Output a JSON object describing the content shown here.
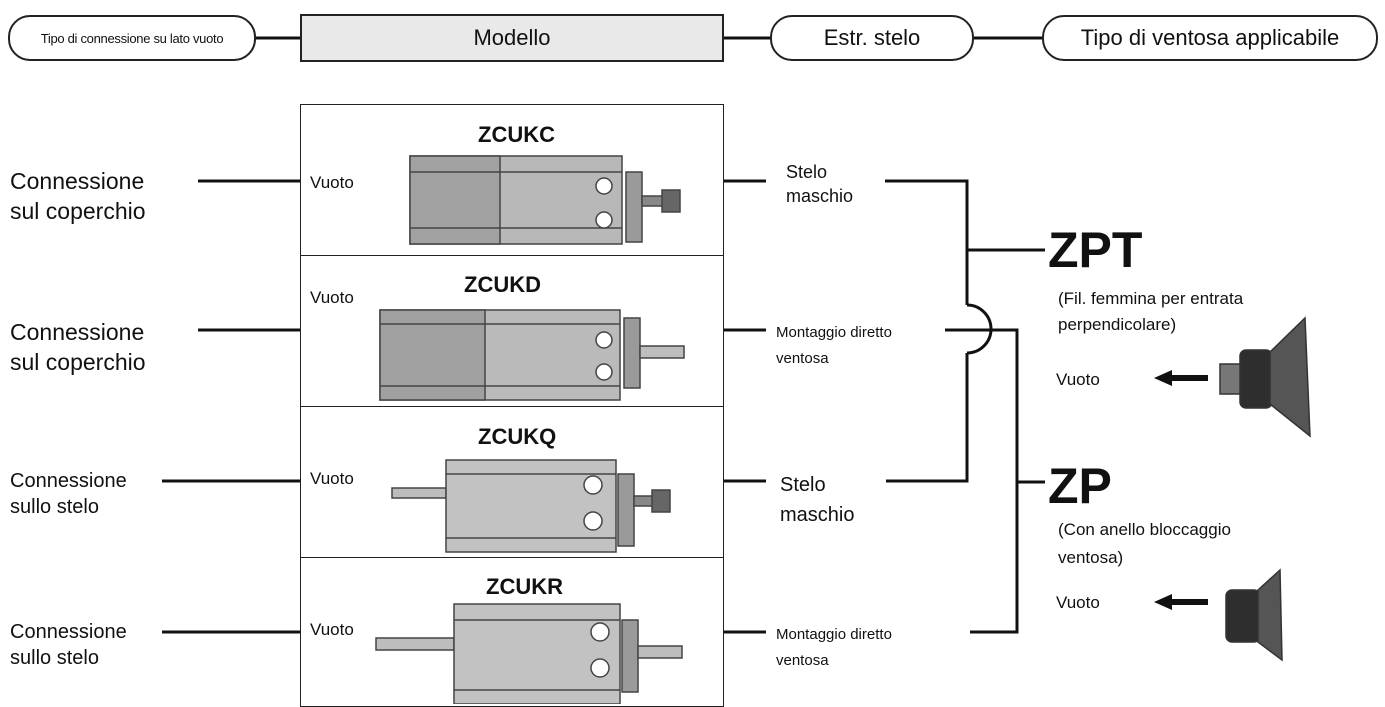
{
  "header": {
    "connection_type": "Tipo di connessione su lato vuoto",
    "model": "Modello",
    "rod_end": "Estr. stelo",
    "pad_type": "Tipo di ventosa applicabile"
  },
  "rows": [
    {
      "connection": "Connessione\nsul coperchio",
      "model": "ZCUKC",
      "vacuum": "Vuoto",
      "rod_end": "Stelo\nmaschio"
    },
    {
      "connection": "Connessione\nsul coperchio",
      "model": "ZCUKD",
      "vacuum": "Vuoto",
      "rod_end": "Montaggio diretto\nventosa"
    },
    {
      "connection": "Connessione\nsullo stelo",
      "model": "ZCUKQ",
      "vacuum": "Vuoto",
      "rod_end": "Stelo\nmaschio"
    },
    {
      "connection": "Connessione\nsullo stelo",
      "model": "ZCUKR",
      "vacuum": "Vuoto",
      "rod_end": "Montaggio diretto\nventosa"
    }
  ],
  "pads": [
    {
      "name": "ZPT",
      "desc": "(Fil. femmina per entrata\nperpendicolare)",
      "vacuum": "Vuoto"
    },
    {
      "name": "ZP",
      "desc": "(Con anello bloccaggio\nventosa)",
      "vacuum": "Vuoto"
    }
  ]
}
